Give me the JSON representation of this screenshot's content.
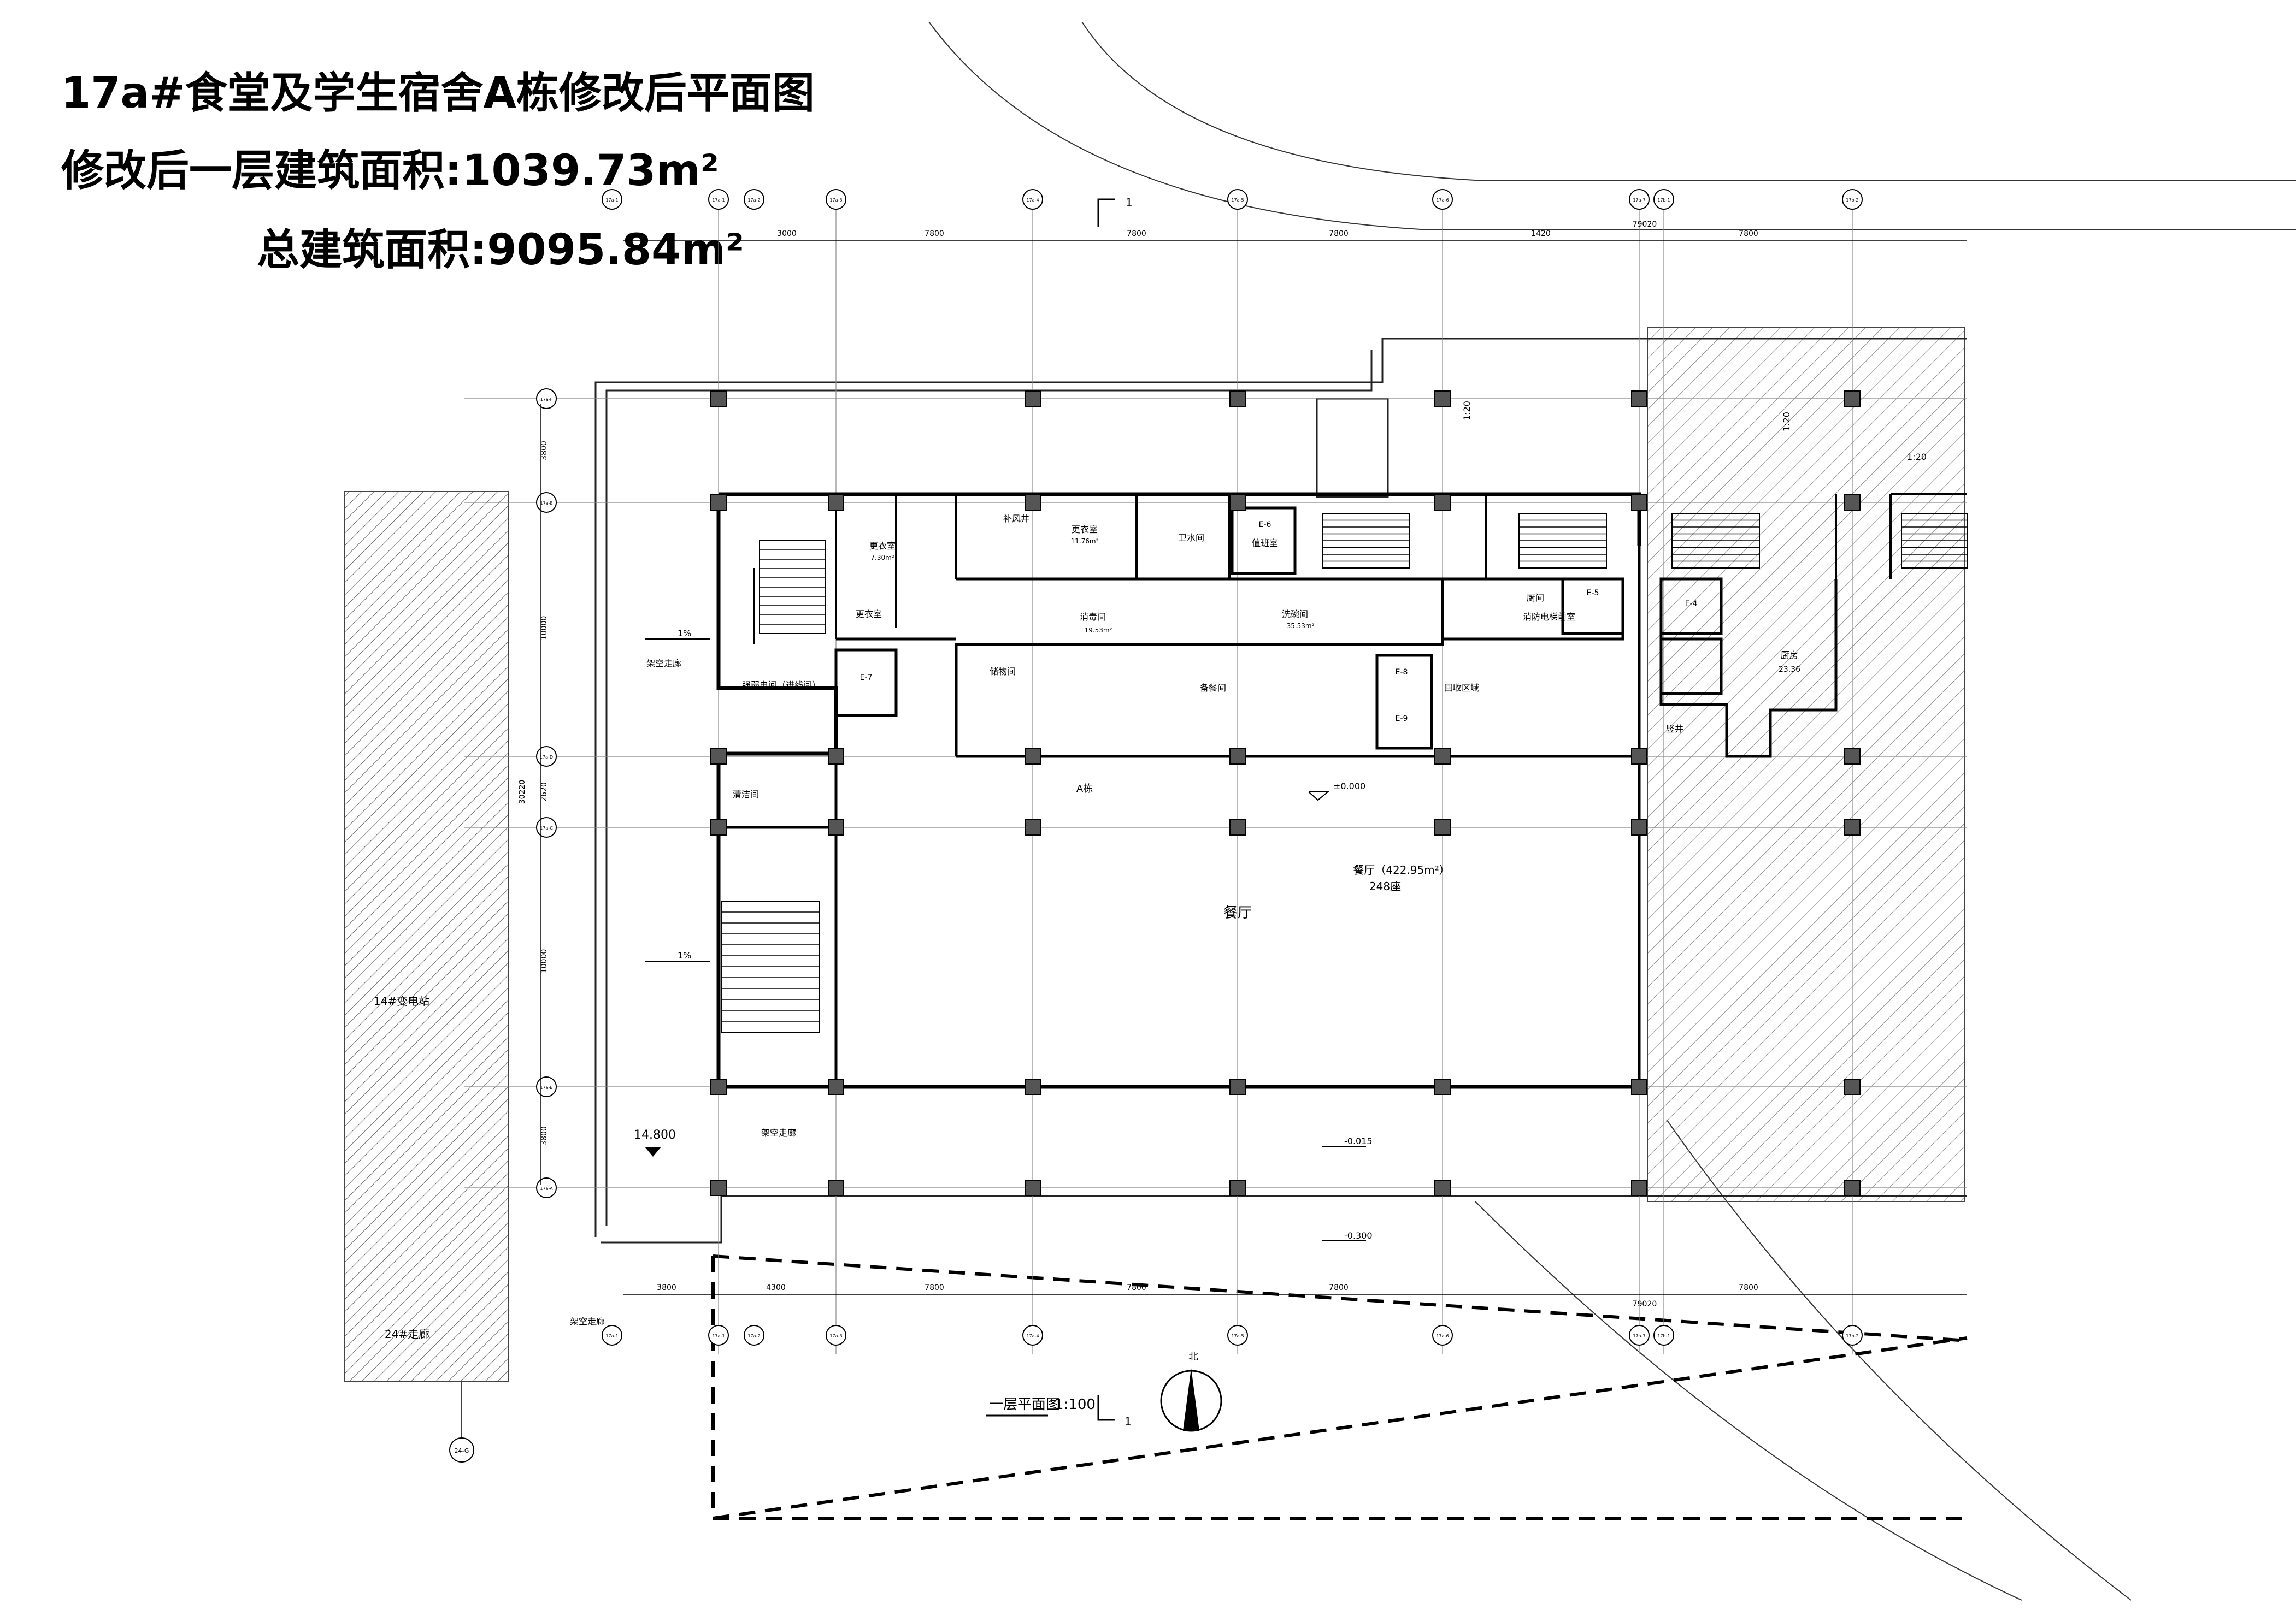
{
  "titles": {
    "line1": "17a#食堂及学生宿舍A栋修改后平面图",
    "line2": "修改后一层建筑面积:1039.73m²",
    "line3": "总建筑面积:9095.84m²"
  },
  "plan": {
    "drawing_title": "一层平面图",
    "scale": "1:100",
    "section_mark": "1",
    "north_label": "北",
    "building_label": "A栋",
    "elevations": {
      "main": "±0.000",
      "porch": "-0.015",
      "outer": "-0.300",
      "level_mark": "14.800"
    },
    "axes_top": [
      "17a-1",
      "17a-2",
      "17a-3",
      "17a-4",
      "17a-5",
      "17a-6",
      "17a-7",
      "17b-1",
      "17b-2"
    ],
    "axes_left": [
      "17a-F",
      "17a-E",
      "17a-D",
      "17a-C",
      "17a-B",
      "17a-A"
    ],
    "axis_bottom_extra": "24-G",
    "dims_top": [
      "3000",
      "7800",
      "7800",
      "7800",
      "1420",
      "7800"
    ],
    "dims_bottom": [
      "3800",
      "4300",
      "7800",
      "7800",
      "7800",
      "7800"
    ],
    "dims_total": "79020",
    "dims_left": [
      "3800",
      "10000",
      "2620",
      "10000",
      "3800"
    ],
    "dims_left_total": "30220",
    "slope": [
      "1%",
      "1%"
    ],
    "slope_ratio": [
      "1:20",
      "1:20",
      "1:20"
    ],
    "rooms": {
      "dining": "餐厅",
      "dining_area": "餐厅（422.95m²）",
      "dining_seats": "248座",
      "disinfect": "消毒间",
      "disinfect_area": "19.53m²",
      "washing": "洗碗间",
      "washing_area": "35.53m²",
      "locker1": "更衣室",
      "locker1_area": "11.76m²",
      "locker2": "更衣室",
      "locker2_area": "7.30m²",
      "locker3": "更衣室",
      "fan_room": "补风井",
      "water": "卫水间",
      "duty": "值班室",
      "elec": "强弱电间（进线间）",
      "cleaning": "清洁间",
      "serving": "备餐间",
      "recycle": "回收区域",
      "kitchen": "厨间",
      "fire_control": "消防电梯前室",
      "store": "储物间",
      "corridor1": "架空走廊",
      "corridor2": "架空走廊",
      "corridor3": "架空走廊",
      "station": "14#变电站",
      "corridor24": "24#走廊",
      "hall_b": "厨房",
      "hall_b_area": "23.36",
      "shaft": "竖井"
    },
    "lifts": [
      "E-7",
      "E-8",
      "E-9",
      "E-6",
      "E-5",
      "E-4"
    ]
  }
}
